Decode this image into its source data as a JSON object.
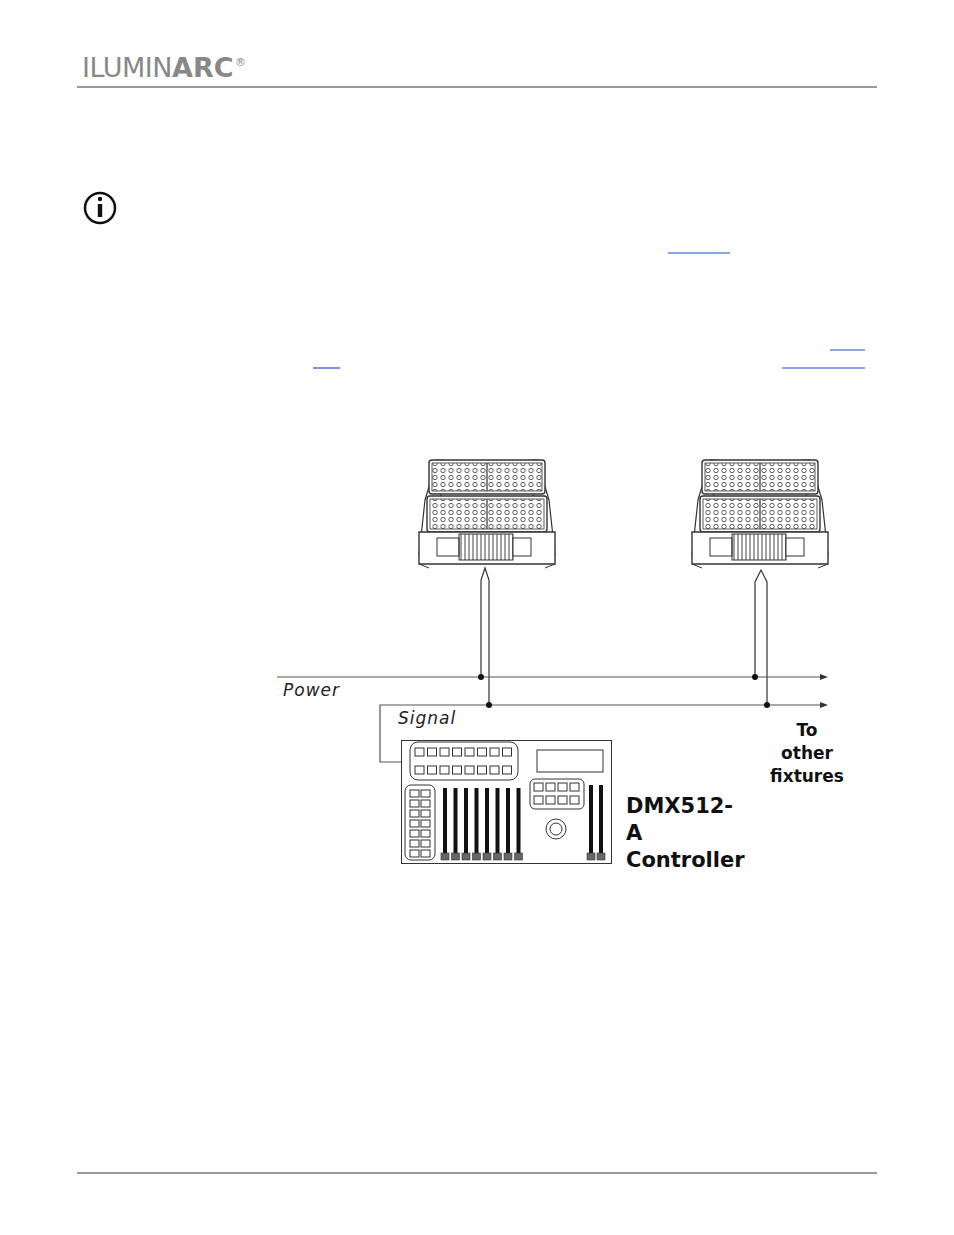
{
  "diagram": {
    "nodes": [
      {
        "text": [
          "DMX512-A Controller"
        ]
      }
    ],
    "labels": [
      "ILUMIN",
      "ARC",
      "®",
      "Power",
      "Signal",
      "To other fixtures"
    ]
  }
}
